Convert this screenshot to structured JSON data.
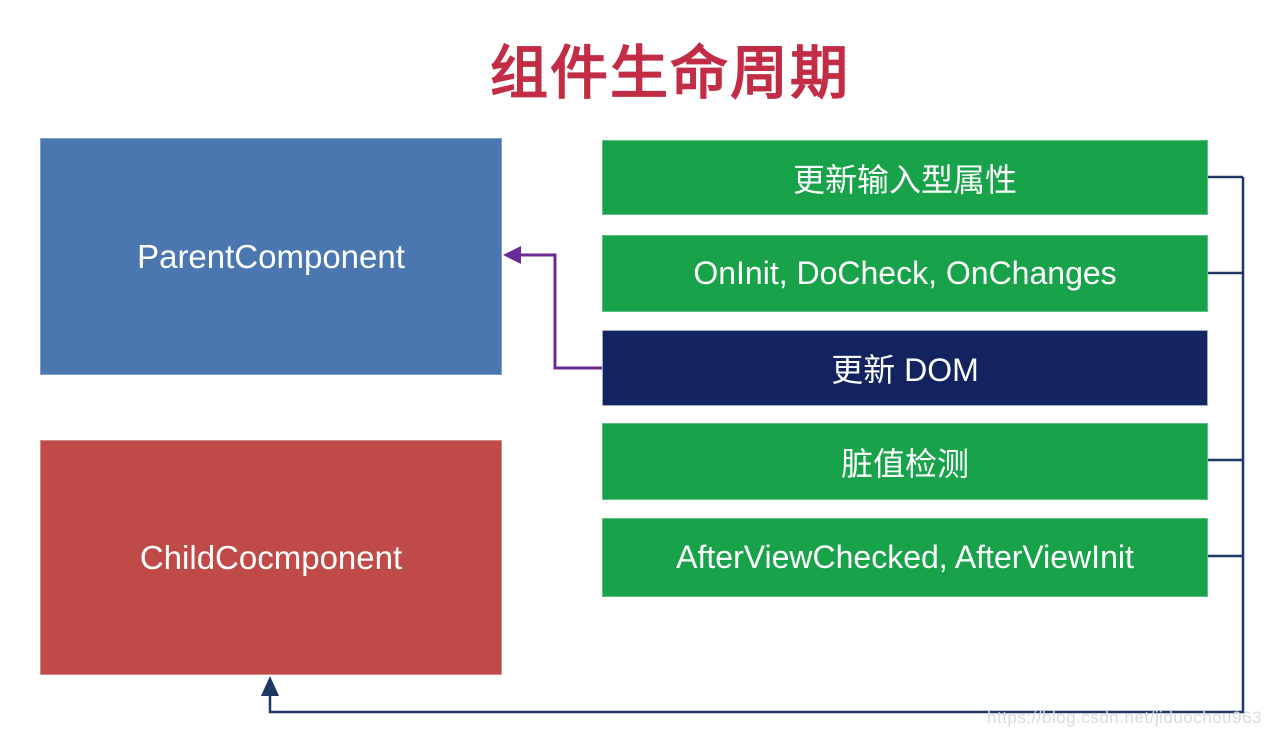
{
  "title": {
    "text": "组件生命周期"
  },
  "components": {
    "parent": {
      "label": "ParentComponent"
    },
    "child": {
      "label": "ChildCocmponent"
    }
  },
  "stages": [
    {
      "label": "更新输入型属性",
      "style": "green"
    },
    {
      "label": "OnInit, DoCheck, OnChanges",
      "style": "green"
    },
    {
      "label": "更新 DOM",
      "style": "navy"
    },
    {
      "label": "脏值检测",
      "style": "green"
    },
    {
      "label": "AfterViewChecked, AfterViewInit",
      "style": "green"
    }
  ],
  "edges": [
    {
      "from": "更新 DOM",
      "to": "ParentComponent",
      "color": "#6A2C93",
      "arrow": "left"
    },
    {
      "from": "stage-rail",
      "to": "ChildCocmponent",
      "color": "#1F3864",
      "arrow": "up"
    }
  ],
  "colors": {
    "title_red": "#C22C44",
    "parent_box_blue": "#4A77AF",
    "child_box_red": "#BF4A48",
    "stage_green": "#18A34B",
    "stage_navy": "#122360",
    "connector_navy": "#1F3864",
    "arrow_purple": "#6A2C93",
    "watermark_gray": "#D9DBDF"
  },
  "watermark": {
    "text": "https://blog.csdn.net/jiduochou963"
  }
}
